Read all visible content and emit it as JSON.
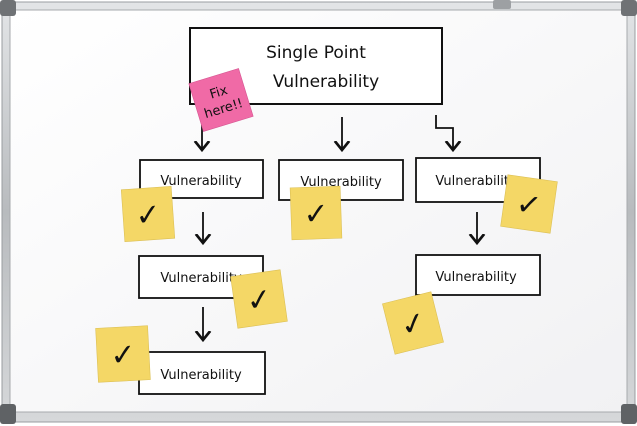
{
  "root": {
    "line1": "Single Point",
    "line2": "Vulnerability"
  },
  "sticky_note": {
    "line1": "Fix",
    "line2": "here!!",
    "color": "#f06aa6"
  },
  "nodes": [
    {
      "label": "Vulnerability"
    },
    {
      "label": "Vulnerability"
    },
    {
      "label": "Vulnerability"
    },
    {
      "label": "Vulnerability"
    },
    {
      "label": "Vulnerability"
    },
    {
      "label": "Vulnerability"
    }
  ],
  "checkmark_glyph": "✓",
  "colors": {
    "frame": "#b9bcbf",
    "board": "#f7f7f8",
    "check_note": "#f4d766",
    "ink": "#111111"
  }
}
